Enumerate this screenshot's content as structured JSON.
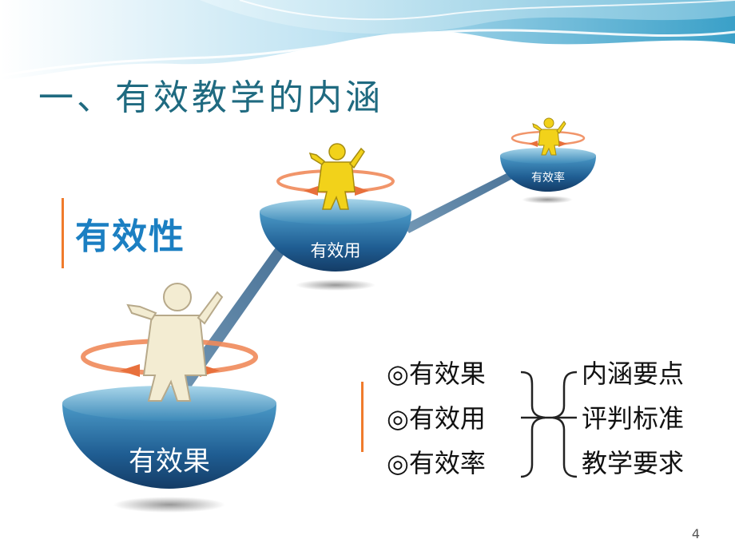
{
  "slide": {
    "title": "一、有效教学的内涵",
    "heading": "有效性",
    "page_number": "4"
  },
  "steps": [
    {
      "label": "有效果"
    },
    {
      "label": "有效用"
    },
    {
      "label": "有效率"
    }
  ],
  "left_items": [
    "◎有效果",
    "◎有效用",
    "◎有效率"
  ],
  "right_items": [
    "内涵要点",
    "评判标准",
    "教学要求"
  ],
  "colors": {
    "title": "#1f6a80",
    "heading": "#1b7fc2",
    "accent": "#f07b2c",
    "bowl_dark": "#1a3f66",
    "bowl_light": "#3f8fc0",
    "figure_cream": "#f3ecd2",
    "figure_yellow": "#f2d21a"
  },
  "icons": [
    "person-figure-icon",
    "rotation-arrows-icon",
    "bowl-pedestal-icon"
  ]
}
